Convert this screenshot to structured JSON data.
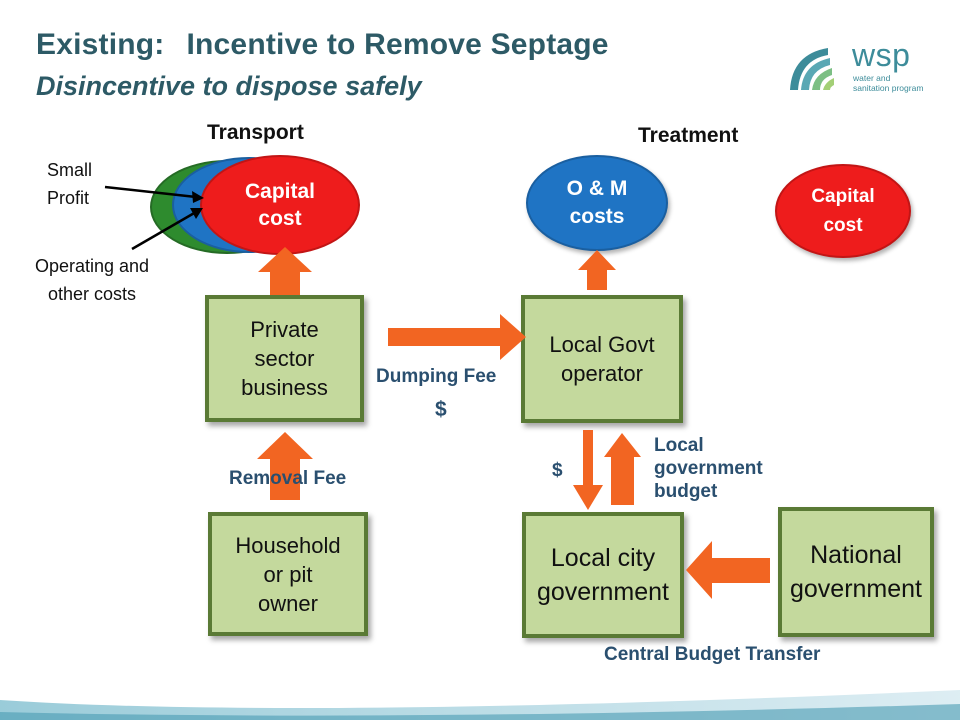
{
  "title": {
    "prefix": "Existing:",
    "main": "Incentive to Remove Septage",
    "subtitle": "Disincentive to dispose safely"
  },
  "logo": {
    "word": "wsp",
    "tagline_line1": "water and",
    "tagline_line2": "sanitation program"
  },
  "sections": {
    "transport": "Transport",
    "treatment": "Treatment"
  },
  "notes": {
    "small_profit_line1": "Small",
    "small_profit_line2": "Profit",
    "operating_line1": "Operating and",
    "operating_line2": "other costs"
  },
  "ellipses": {
    "transport_capital_line1": "Capital",
    "transport_capital_line2": "cost",
    "om_line1": "O & M",
    "om_line2": "costs",
    "treatment_capital_line1": "Capital",
    "treatment_capital_line2": "cost"
  },
  "boxes": {
    "private_line1": "Private",
    "private_line2": "sector",
    "private_line3": "business",
    "localgovt_line1": "Local Govt",
    "localgovt_line2": "operator",
    "household_line1": "Household",
    "household_line2": "or pit",
    "household_line3": "owner",
    "localcity_line1": "Local city",
    "localcity_line2": "government",
    "national_line1": "National",
    "national_line2": "government"
  },
  "labels": {
    "dumping_fee": "Dumping Fee",
    "dumping_dollar": "$",
    "removal_fee": "Removal Fee",
    "dollar": "$",
    "budget_line1": "Local",
    "budget_line2": "government",
    "budget_line3": "budget",
    "central_transfer": "Central Budget Transfer"
  },
  "colors": {
    "title": "#2d5a66",
    "box_fill": "#c4d99d",
    "box_border": "#5a7a35",
    "arrow": "#f26522",
    "label": "#2a4f6f",
    "ellipse_red": "#ee1c1c",
    "ellipse_blue": "#1f74c4",
    "ellipse_green": "#2e8b2e"
  }
}
